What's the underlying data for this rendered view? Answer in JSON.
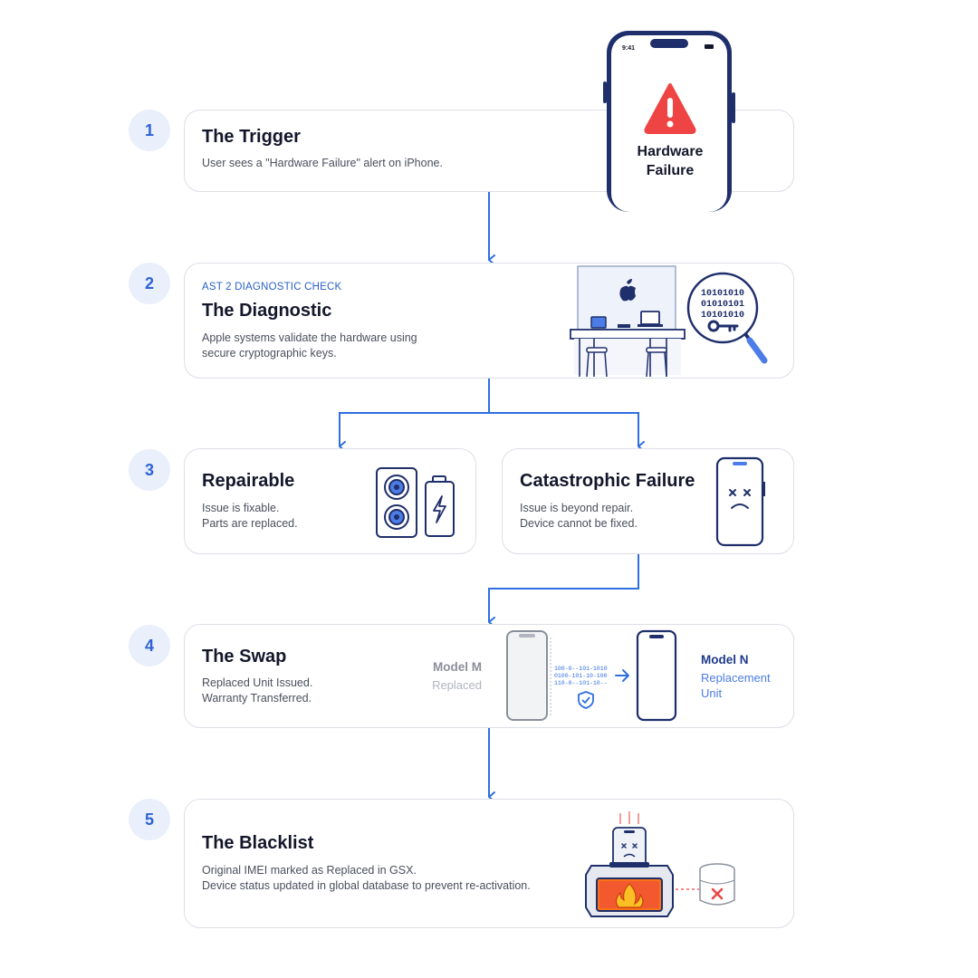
{
  "steps": [
    {
      "number": "1",
      "title": "The Trigger",
      "description": "User sees a \"Hardware Failure\" alert on iPhone.",
      "phone_time": "9:41",
      "alert_line1": "Hardware",
      "alert_line2": "Failure"
    },
    {
      "number": "2",
      "eyebrow": "AST 2 DIAGNOSTIC CHECK",
      "title": "The Diagnostic",
      "description_line1": "Apple systems validate the hardware using",
      "description_line2": "secure cryptographic keys.",
      "binary_lines": [
        "10101010",
        "01010101",
        "10101010"
      ]
    },
    {
      "number": "3",
      "branches": [
        {
          "title": "Repairable",
          "description_line1": "Issue is fixable.",
          "description_line2": "Parts are replaced."
        },
        {
          "title": "Catastrophic Failure",
          "description_line1": "Issue is beyond repair.",
          "description_line2": "Device cannot be fixed."
        }
      ]
    },
    {
      "number": "4",
      "title": "The Swap",
      "description_line1": "Replaced Unit Issued.",
      "description_line2": "Warranty Transferred.",
      "old_model": "Model M",
      "old_model_status": "Replaced",
      "new_model": "Model N",
      "new_model_status_line1": "Replacement",
      "new_model_status_line2": "Unit",
      "data_lines": [
        "100-0--101-1010",
        "0100-101-10-100",
        "110-0--101-10--"
      ]
    },
    {
      "number": "5",
      "title": "The Blacklist",
      "description_line1": "Original IMEI marked as Replaced in GSX.",
      "description_line2": "Device status updated in global database to prevent re-activation."
    }
  ],
  "colors": {
    "accent": "#2f6fe0",
    "navy": "#1f2f6b",
    "alert": "#ef4444",
    "fire": "#f97316"
  }
}
